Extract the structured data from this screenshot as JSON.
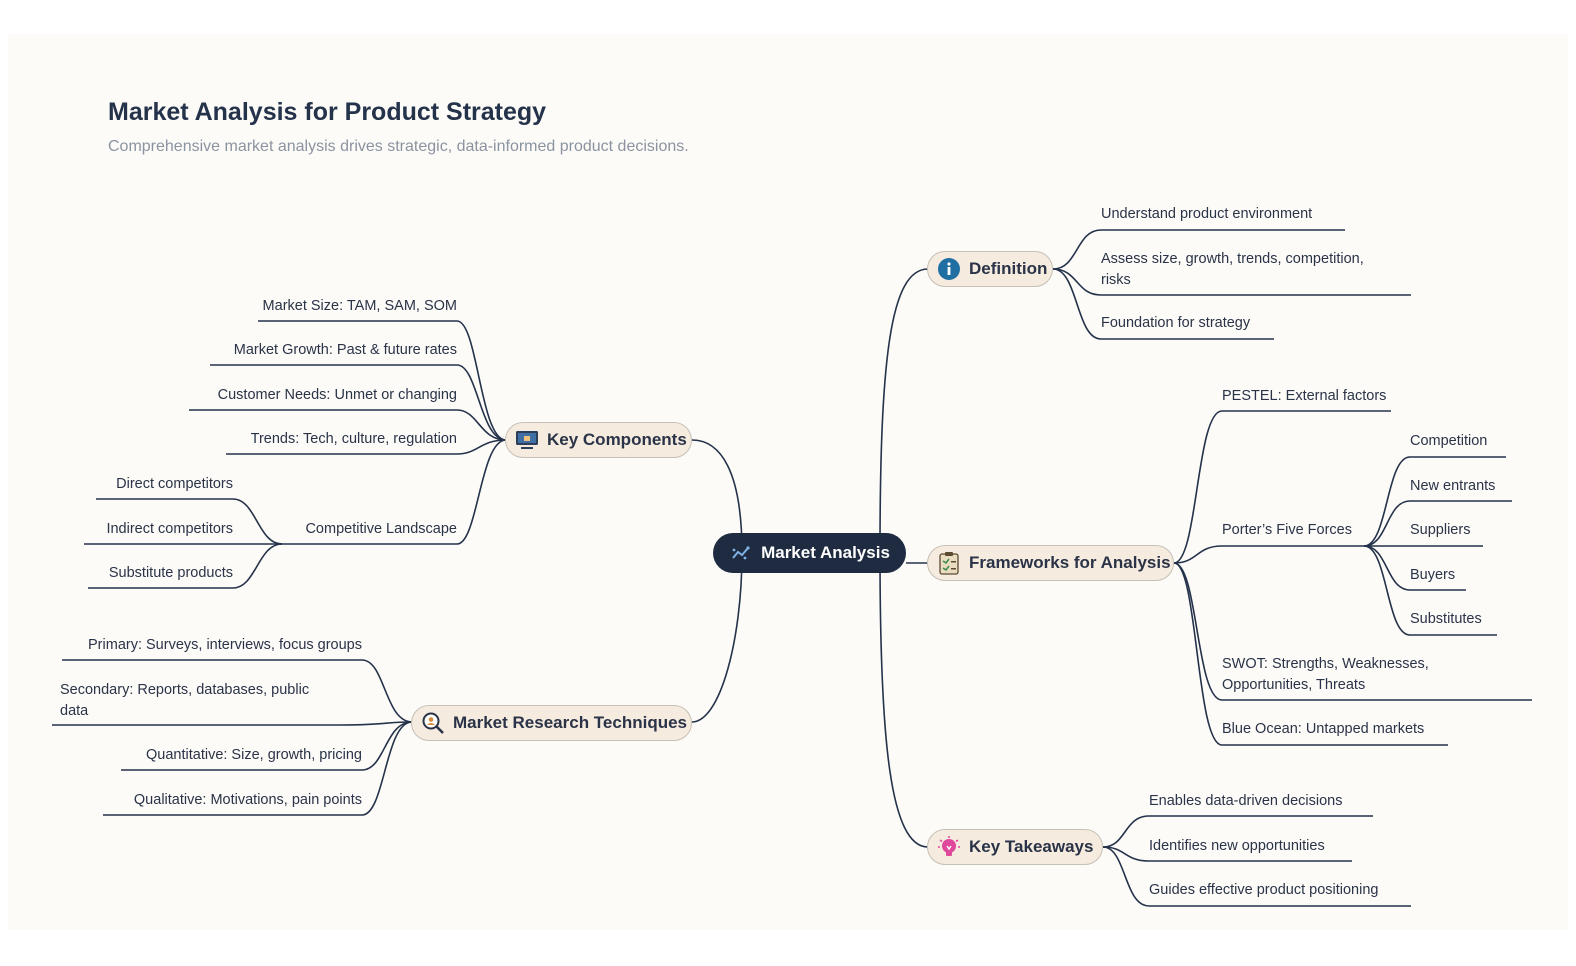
{
  "header": {
    "title": "Market Analysis for Product Strategy",
    "subtitle": "Comprehensive market analysis drives strategic, data-informed product decisions."
  },
  "center": {
    "label": "Market Analysis",
    "icon": "chart-icon"
  },
  "colors": {
    "center_bg": "#1e2b40",
    "branch_bg": "#f5ebdf",
    "line": "#24324a",
    "info": "#1f6fa3",
    "bulb": "#e0489b"
  },
  "branches": {
    "key_components": {
      "label": "Key Components",
      "icon": "monitor-icon",
      "items": [
        "Market Size: TAM, SAM, SOM",
        "Market Growth: Past & future rates",
        "Customer Needs: Unmet or changing",
        "Trends: Tech, culture, regulation",
        "Competitive Landscape"
      ],
      "competitive_landscape": [
        "Direct competitors",
        "Indirect competitors",
        "Substitute products"
      ]
    },
    "research": {
      "label": "Market Research Techniques",
      "icon": "search-people-icon",
      "items": [
        "Primary: Surveys, interviews, focus groups",
        "Secondary: Reports, databases, public data",
        "Quantitative: Size, growth, pricing",
        "Qualitative: Motivations, pain points"
      ]
    },
    "definition": {
      "label": "Definition",
      "icon": "info-icon",
      "items": [
        "Understand product environment",
        "Assess size, growth, trends, competition, risks",
        "Foundation for strategy"
      ]
    },
    "frameworks": {
      "label": "Frameworks for Analysis",
      "icon": "clipboard-icon",
      "items": [
        "PESTEL: External factors",
        "Porter’s Five Forces",
        "SWOT: Strengths, Weaknesses, Opportunities, Threats",
        "Blue Ocean: Untapped markets"
      ],
      "five_forces": [
        "Competition",
        "New entrants",
        "Suppliers",
        "Buyers",
        "Substitutes"
      ]
    },
    "takeaways": {
      "label": "Key Takeaways",
      "icon": "lightbulb-icon",
      "items": [
        "Enables data-driven decisions",
        "Identifies new opportunities",
        "Guides effective product positioning"
      ]
    }
  }
}
